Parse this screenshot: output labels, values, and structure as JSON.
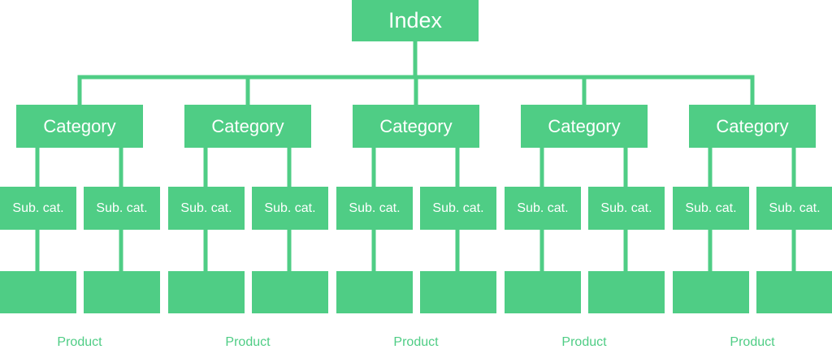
{
  "colors": {
    "node": "#4fcd85",
    "line": "#4fcd85",
    "label": "#4fcd85"
  },
  "index": {
    "label": "Index"
  },
  "categories": [
    {
      "label": "Category",
      "subcategories": [
        {
          "label": "Sub. cat."
        },
        {
          "label": "Sub. cat."
        }
      ],
      "product_label": "Product"
    },
    {
      "label": "Category",
      "subcategories": [
        {
          "label": "Sub. cat."
        },
        {
          "label": "Sub. cat."
        }
      ],
      "product_label": "Product"
    },
    {
      "label": "Category",
      "subcategories": [
        {
          "label": "Sub. cat."
        },
        {
          "label": "Sub. cat."
        }
      ],
      "product_label": "Product"
    },
    {
      "label": "Category",
      "subcategories": [
        {
          "label": "Sub. cat."
        },
        {
          "label": "Sub. cat."
        }
      ],
      "product_label": "Product"
    },
    {
      "label": "Category",
      "subcategories": [
        {
          "label": "Sub. cat."
        },
        {
          "label": "Sub. cat."
        }
      ],
      "product_label": "Product"
    }
  ]
}
